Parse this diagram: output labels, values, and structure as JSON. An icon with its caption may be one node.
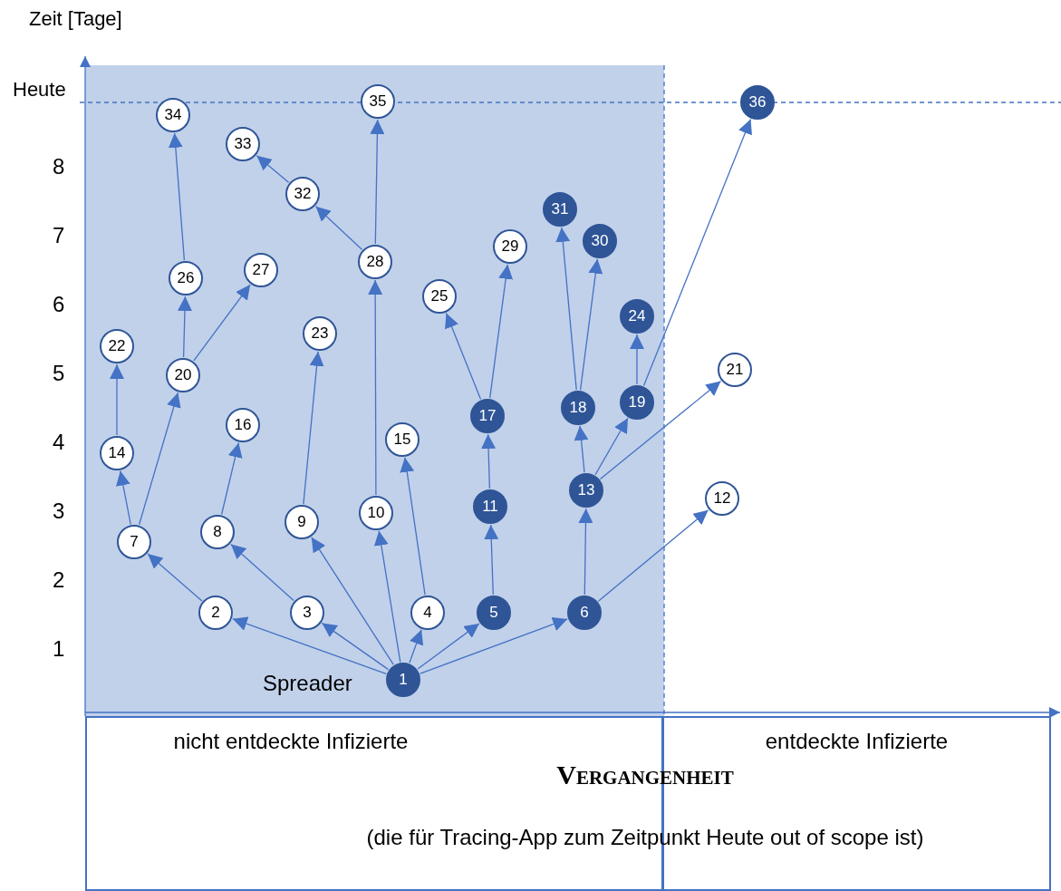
{
  "diagram": {
    "nodes": [
      {
        "text": [
          "1"
        ],
        "beside": [
          "Spreader"
        ]
      },
      {
        "text": [
          "2"
        ]
      },
      {
        "text": [
          "3"
        ]
      },
      {
        "text": [
          "4"
        ]
      },
      {
        "text": [
          "5"
        ]
      },
      {
        "text": [
          "6"
        ]
      },
      {
        "text": [
          "7"
        ]
      },
      {
        "text": [
          "8"
        ]
      },
      {
        "text": [
          "9"
        ]
      },
      {
        "text": [
          "10"
        ]
      },
      {
        "text": [
          "11"
        ]
      },
      {
        "text": [
          "12"
        ]
      },
      {
        "text": [
          "13"
        ]
      },
      {
        "text": [
          "14"
        ]
      },
      {
        "text": [
          "15"
        ]
      },
      {
        "text": [
          "16"
        ]
      },
      {
        "text": [
          "17"
        ]
      },
      {
        "text": [
          "18"
        ]
      },
      {
        "text": [
          "19"
        ]
      },
      {
        "text": [
          "20"
        ]
      },
      {
        "text": [
          "21"
        ]
      },
      {
        "text": [
          "22"
        ]
      },
      {
        "text": [
          "23"
        ]
      },
      {
        "text": [
          "24"
        ]
      },
      {
        "text": [
          "25"
        ]
      },
      {
        "text": [
          "26"
        ]
      },
      {
        "text": [
          "27"
        ]
      },
      {
        "text": [
          "28"
        ]
      },
      {
        "text": [
          "29"
        ]
      },
      {
        "text": [
          "30"
        ]
      },
      {
        "text": [
          "31"
        ]
      },
      {
        "text": [
          "32"
        ]
      },
      {
        "text": [
          "33"
        ]
      },
      {
        "text": [
          "34"
        ]
      },
      {
        "text": [
          "35"
        ]
      },
      {
        "text": [
          "36"
        ]
      },
      {
        "text": [
          "nicht entdeckte Infizierte"
        ]
      },
      {
        "text": [
          "entdeckte Infizierte"
        ]
      }
    ],
    "edges": [
      {
        "from": 0,
        "to": 1,
        "arrow": "to"
      },
      {
        "from": 0,
        "to": 2,
        "arrow": "to"
      },
      {
        "from": 0,
        "to": 3,
        "arrow": "to"
      },
      {
        "from": 0,
        "to": 4,
        "arrow": "to"
      },
      {
        "from": 0,
        "to": 5,
        "arrow": "to"
      },
      {
        "from": 0,
        "to": 8,
        "arrow": "to"
      },
      {
        "from": 0,
        "to": 9,
        "arrow": "to"
      },
      {
        "from": 1,
        "to": 6,
        "arrow": "to"
      },
      {
        "from": 2,
        "to": 7,
        "arrow": "to"
      },
      {
        "from": 3,
        "to": 14,
        "arrow": "to"
      },
      {
        "from": 4,
        "to": 10,
        "arrow": "to"
      },
      {
        "from": 5,
        "to": 12,
        "arrow": "to"
      },
      {
        "from": 5,
        "to": 11,
        "arrow": "to"
      },
      {
        "from": 6,
        "to": 13,
        "arrow": "to"
      },
      {
        "from": 6,
        "to": 19,
        "arrow": "to"
      },
      {
        "from": 7,
        "to": 15,
        "arrow": "to"
      },
      {
        "from": 8,
        "to": 22,
        "arrow": "to"
      },
      {
        "from": 9,
        "to": 27,
        "arrow": "to"
      },
      {
        "from": 10,
        "to": 16,
        "arrow": "to"
      },
      {
        "from": 12,
        "to": 17,
        "arrow": "to"
      },
      {
        "from": 12,
        "to": 18,
        "arrow": "to"
      },
      {
        "from": 12,
        "to": 20,
        "arrow": "to"
      },
      {
        "from": 13,
        "to": 21,
        "arrow": "to"
      },
      {
        "from": 16,
        "to": 24,
        "arrow": "to"
      },
      {
        "from": 16,
        "to": 28,
        "arrow": "to"
      },
      {
        "from": 17,
        "to": 30,
        "arrow": "to"
      },
      {
        "from": 17,
        "to": 29,
        "arrow": "to"
      },
      {
        "from": 18,
        "to": 23,
        "arrow": "to"
      },
      {
        "from": 18,
        "to": 35,
        "arrow": "to"
      },
      {
        "from": 19,
        "to": 25,
        "arrow": "to"
      },
      {
        "from": 19,
        "to": 26,
        "arrow": "to"
      },
      {
        "from": 25,
        "to": 33,
        "arrow": "to"
      },
      {
        "from": 27,
        "to": 31,
        "arrow": "to"
      },
      {
        "from": 27,
        "to": 34,
        "arrow": "to"
      },
      {
        "from": 31,
        "to": 32,
        "arrow": "to"
      }
    ],
    "labels": [
      "Zeit [Tage]",
      "Heute",
      "8",
      "7",
      "6",
      "5",
      "4",
      "3",
      "2",
      "1",
      "Vergangenheit",
      "(die für Tracing-App zum Zeitpunkt Heute out of scope ist)"
    ]
  }
}
